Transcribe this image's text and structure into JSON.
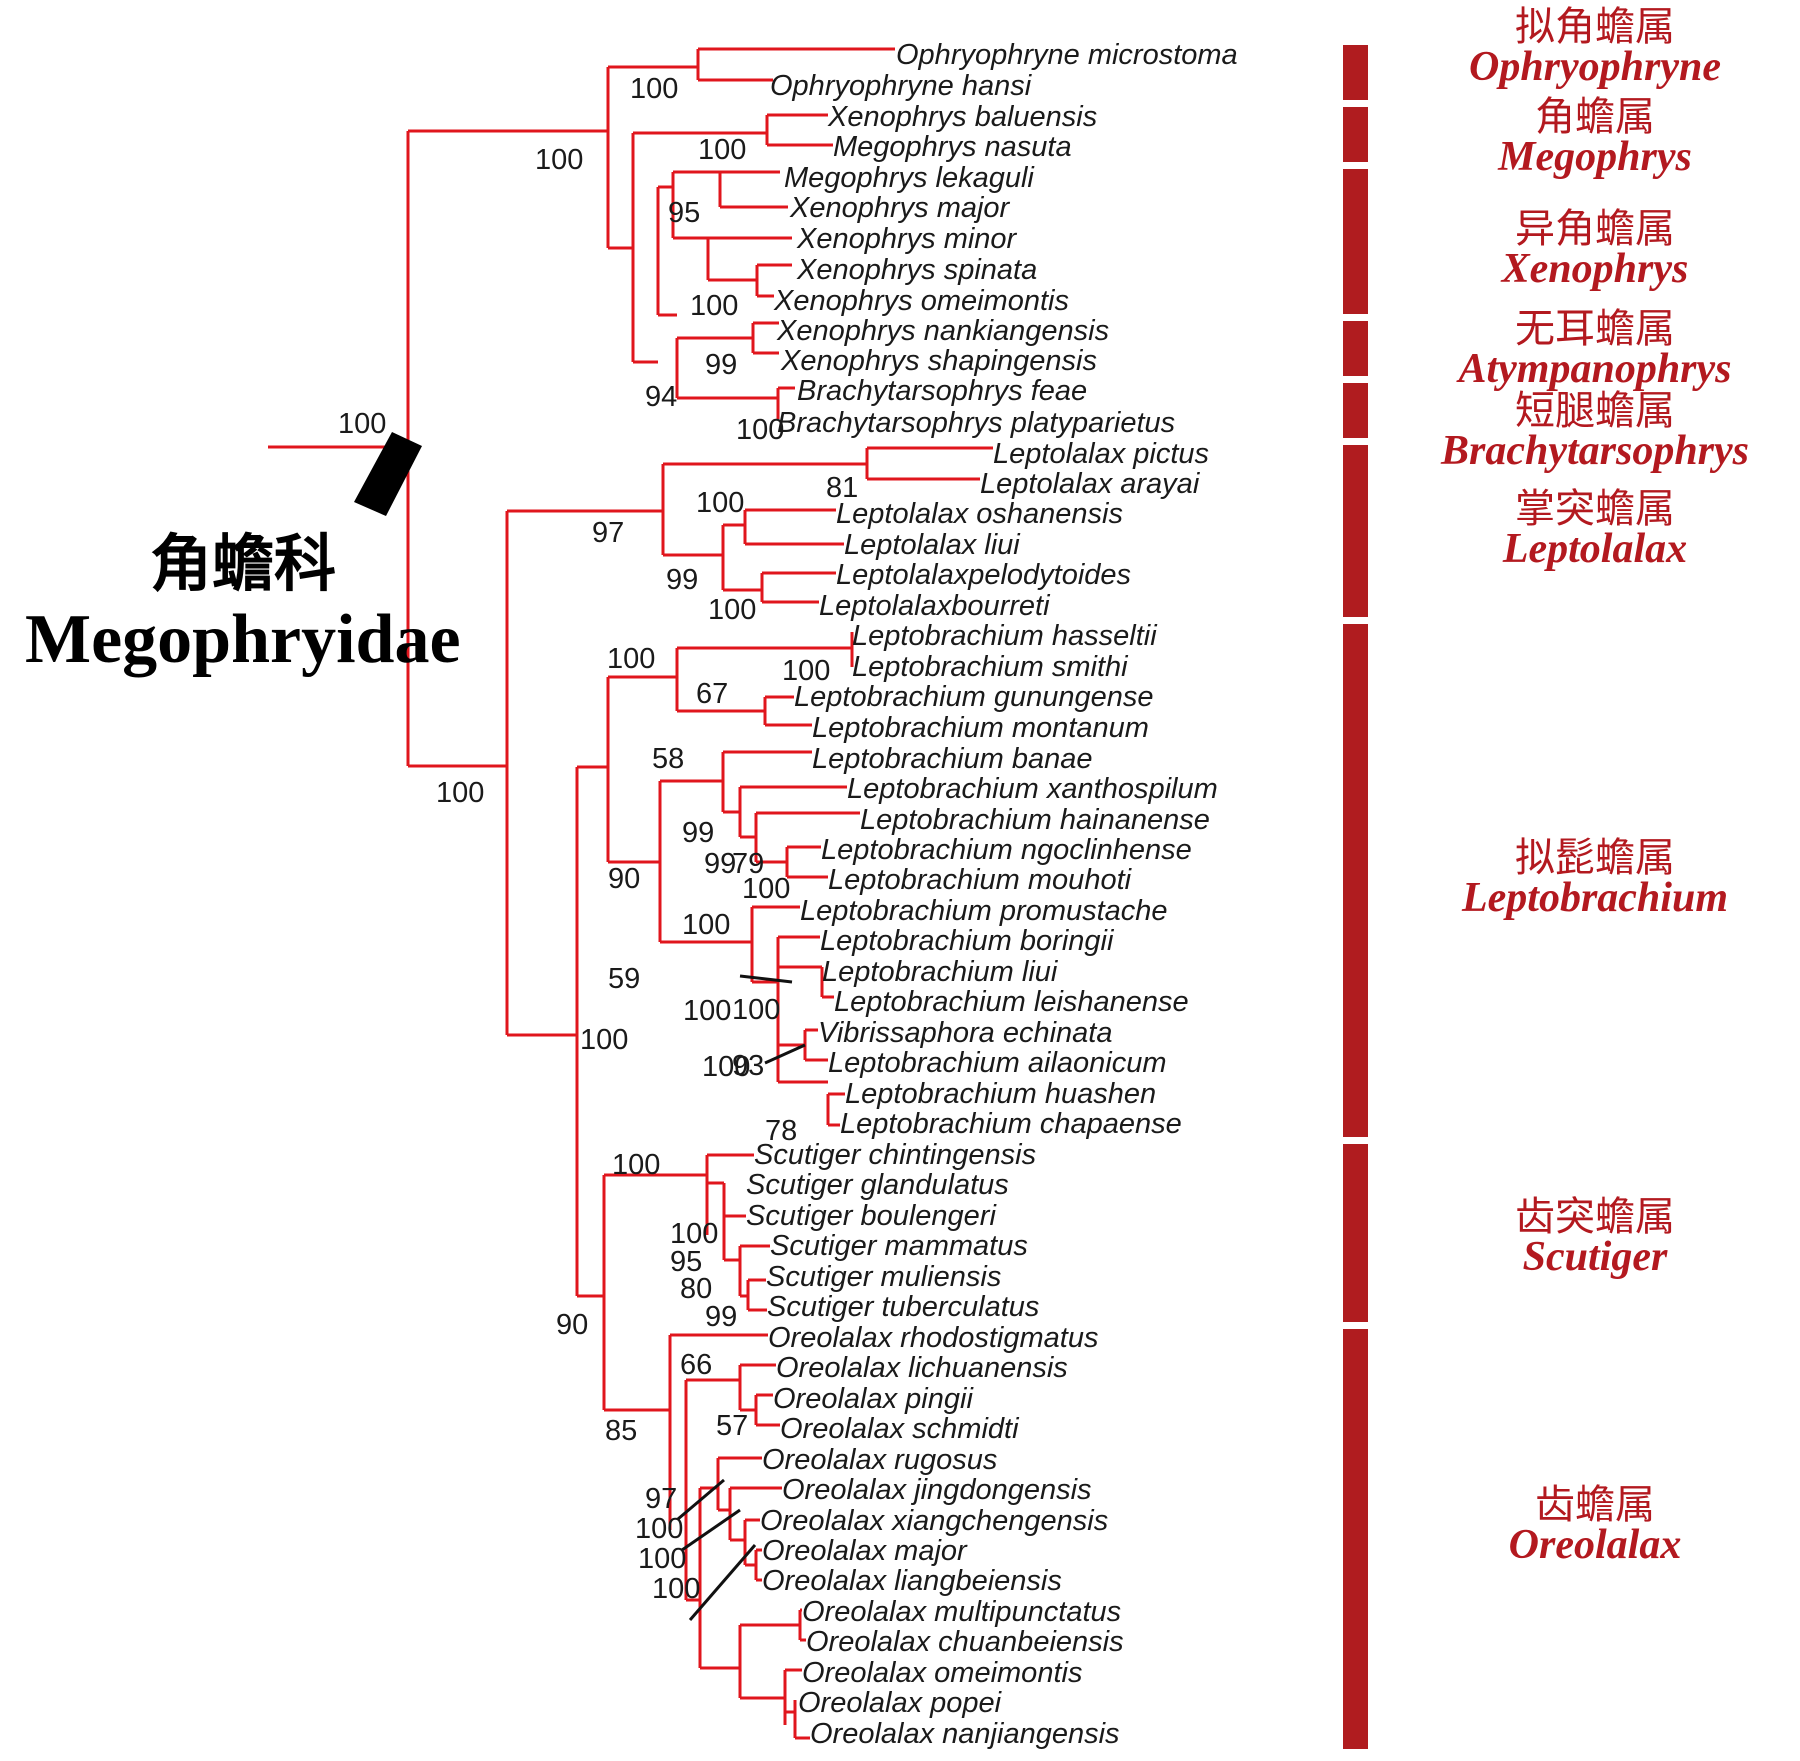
{
  "family": {
    "chinese": "角蟾科",
    "latin": "Megophryidae"
  },
  "colors": {
    "branch": "#e0161d",
    "genus": "#b3191f",
    "bar": "#b01c1f"
  },
  "taxa": [
    "Ophryophryne microstoma",
    "Ophryophryne hansi",
    "Xenophrys baluensis",
    "Megophrys nasuta",
    "Megophrys lekaguli",
    "Xenophrys major",
    "Xenophrys minor",
    "Xenophrys spinata",
    "Xenophrys omeimontis",
    "Xenophrys nankiangensis",
    "Xenophrys shapingensis",
    "Brachytarsophrys feae",
    "Brachytarsophrys platyparietus",
    "Leptolalax pictus",
    "Leptolalax arayai",
    "Leptolalax oshanensis",
    "Leptolalax liui",
    "Leptolalaxpelodytoides",
    "Leptolalaxbourreti",
    "Leptobrachium hasseltii",
    "Leptobrachium smithi",
    "Leptobrachium gunungense",
    "Leptobrachium montanum",
    "Leptobrachium banae",
    "Leptobrachium xanthospilum",
    "Leptobrachium hainanense",
    "Leptobrachium ngoclinhense",
    "Leptobrachium mouhoti",
    "Leptobrachium promustache",
    "Leptobrachium boringii",
    "Leptobrachium liui",
    "Leptobrachium leishanense",
    "Vibrissaphora echinata",
    "Leptobrachium ailaonicum",
    "Leptobrachium huashen",
    "Leptobrachium chapaense",
    "Scutiger chintingensis",
    "Scutiger glandulatus",
    "Scutiger boulengeri",
    "Scutiger mammatus",
    "Scutiger muliensis",
    "Scutiger tuberculatus",
    "Oreolalax rhodostigmatus",
    "Oreolalax lichuanensis",
    "Oreolalax pingii",
    "Oreolalax schmidti",
    "Oreolalax rugosus",
    "Oreolalax jingdongensis",
    "Oreolalax xiangchengensis",
    "Oreolalax major",
    "Oreolalax liangbeiensis",
    "Oreolalax multipunctatus",
    "Oreolalax chuanbeiensis",
    "Oreolalax omeimontis",
    "Oreolalax popei",
    "Oreolalax nanjiangensis"
  ],
  "support_values": [
    "100",
    "100",
    "100",
    "95",
    "100",
    "99",
    "94",
    "100",
    "100",
    "81",
    "100",
    "97",
    "99",
    "100",
    "100",
    "100",
    "100",
    "67",
    "58",
    "99",
    "99",
    "100",
    "90",
    "79",
    "100",
    "100",
    "100",
    "100",
    "78",
    "59",
    "100",
    "93",
    "90",
    "100",
    "100",
    "95",
    "80",
    "99",
    "85",
    "66",
    "57",
    "97",
    "100",
    "100",
    "100"
  ],
  "genera": [
    {
      "chinese": "拟角蟾属",
      "latin": "Ophryophryne"
    },
    {
      "chinese": "角蟾属",
      "latin": "Megophrys"
    },
    {
      "chinese": "异角蟾属",
      "latin": "Xenophrys"
    },
    {
      "chinese": "无耳蟾属",
      "latin": "Atympanophrys"
    },
    {
      "chinese": "短腿蟾属",
      "latin": "Brachytarsophrys"
    },
    {
      "chinese": "掌突蟾属",
      "latin": "Leptolalax"
    },
    {
      "chinese": "拟髭蟾属",
      "latin": "Leptobrachium"
    },
    {
      "chinese": "齿突蟾属",
      "latin": "Scutiger"
    },
    {
      "chinese": "齿蟾属",
      "latin": "Oreolalax"
    }
  ]
}
